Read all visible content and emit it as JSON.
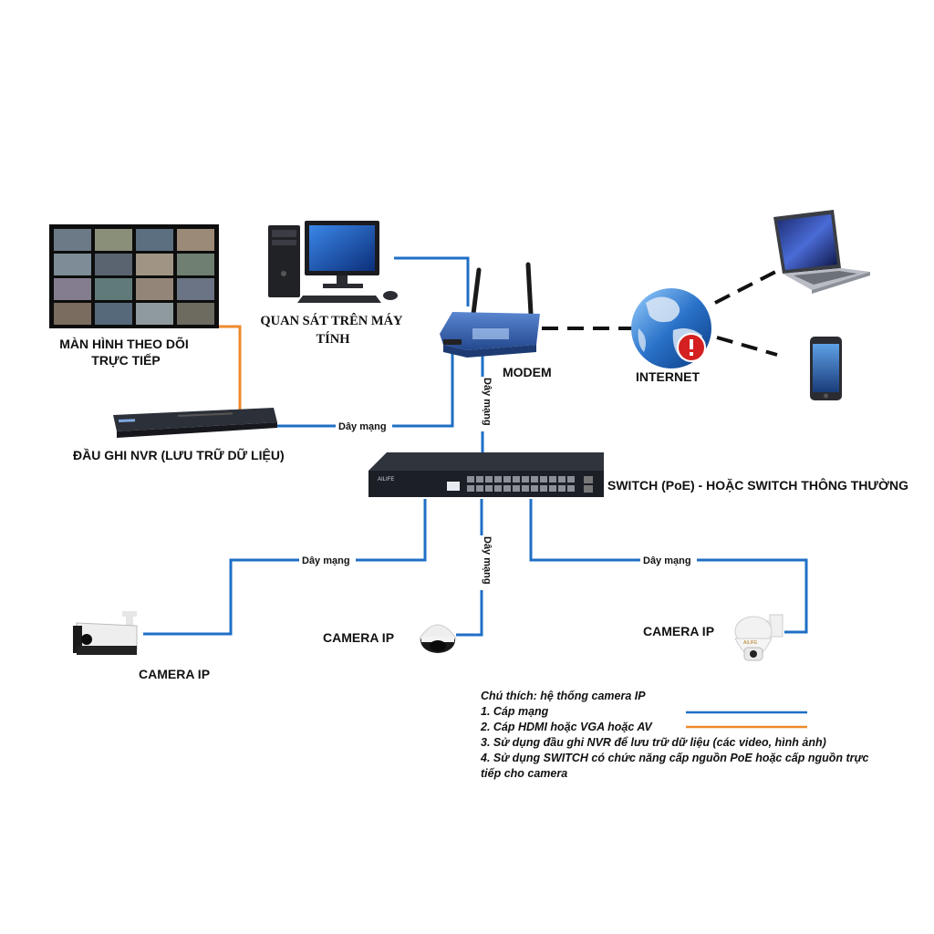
{
  "labels": {
    "monitor_wall": [
      "MÀN HÌNH THEO DÕI",
      "TRỰC TIẾP"
    ],
    "pc": [
      "QUAN SÁT TRÊN MÁY",
      "TÍNH"
    ],
    "modem": "MODEM",
    "internet": "INTERNET",
    "nvr": "ĐẦU GHI NVR (LƯU TRỮ DỮ LIỆU)",
    "switch": "SWITCH (PoE)  - HOẶC SWITCH THÔNG THƯỜNG",
    "camera_left": "CAMERA IP",
    "camera_center": "CAMERA IP",
    "camera_right": "CAMERA IP"
  },
  "device_text": {
    "switch_brand": "AILIFE",
    "camera_brand": "AILIFE"
  },
  "cables": {
    "nvr_modem": "Dây mạng",
    "modem_switch": "Dây mạng",
    "switch_cam_left": "Dây mạng",
    "switch_cam_center": "Dây mạng",
    "switch_cam_right": "Dây mạng"
  },
  "legend": {
    "title": "Chú thích: hệ thống camera IP",
    "items": [
      "1. Cáp mạng",
      "2. Cáp HDMI hoặc VGA hoặc AV",
      "3. Sử dụng đầu ghi NVR để lưu trữ dữ liệu (các video, hình ảnh)",
      "4. Sử dụng SWITCH có chức năng cấp nguồn PoE hoặc cấp nguồn trực",
      "tiếp cho camera"
    ]
  },
  "colors": {
    "network_cable": "#1f6fc6",
    "hdmi_cable": "#ee8a2c",
    "wireless_link": "#111111",
    "device_dark": "#1c1f26",
    "modem_blue": "#2f5fa8",
    "alert_red": "#d42020"
  }
}
